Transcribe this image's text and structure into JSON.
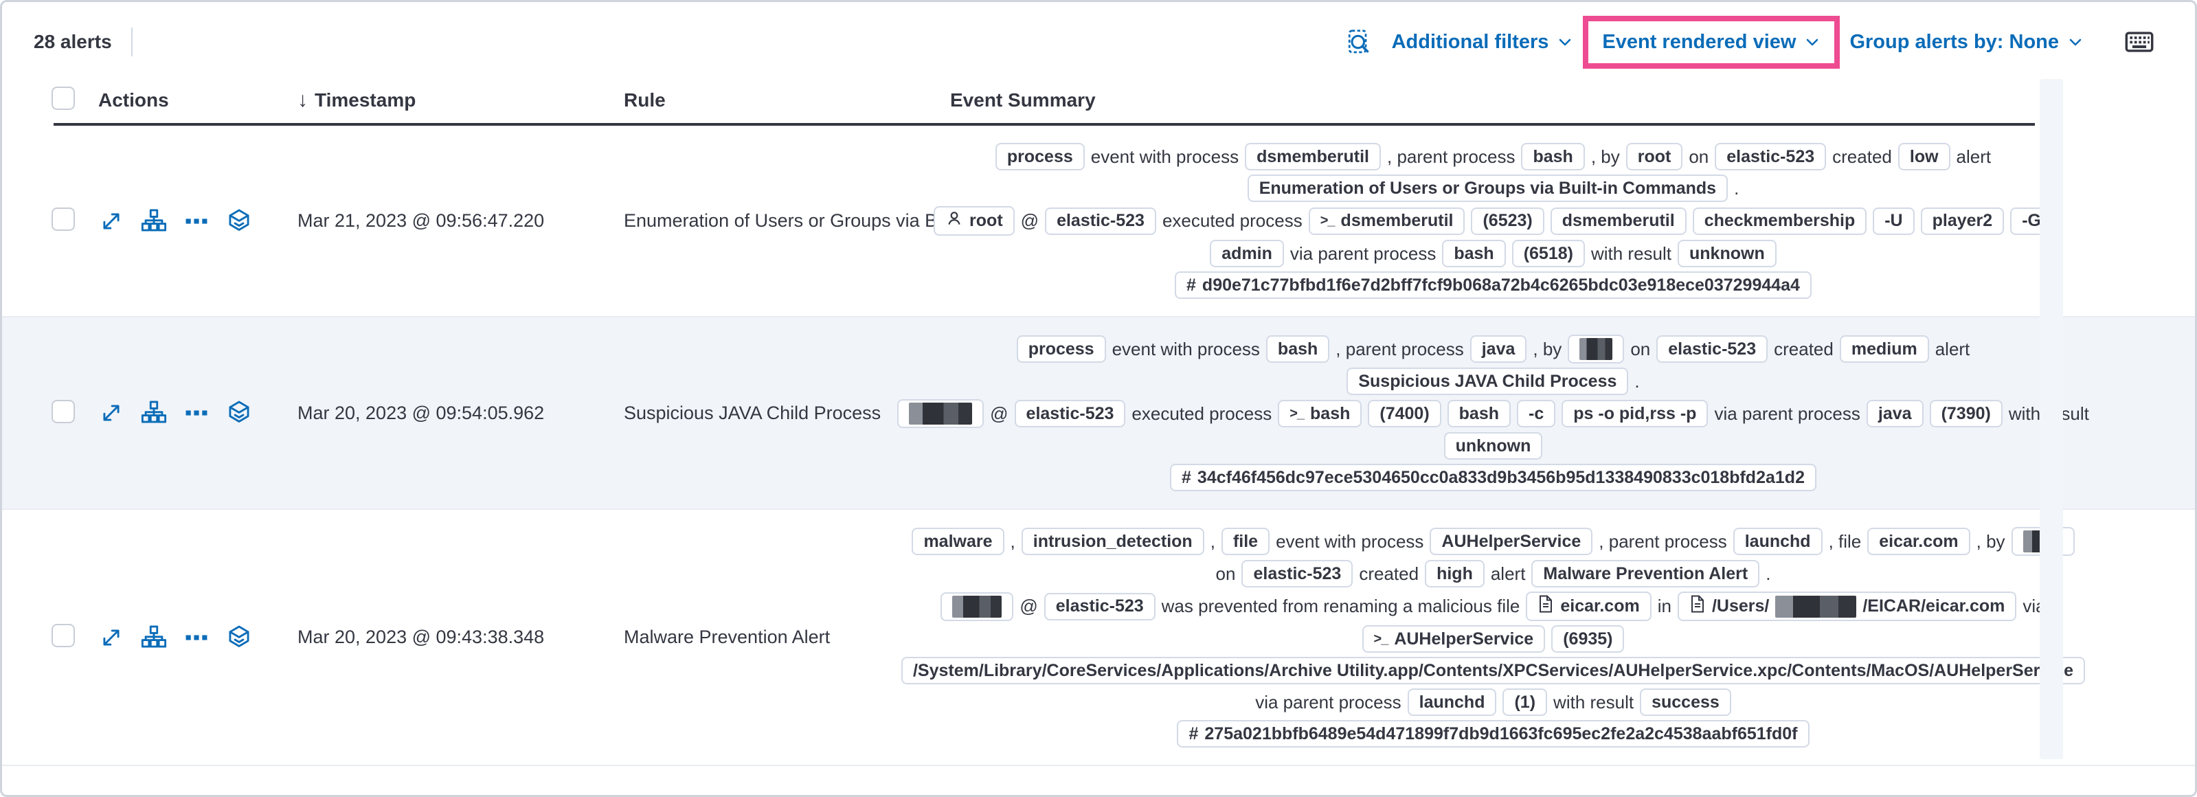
{
  "toolbar": {
    "alert_count": "28 alerts",
    "additional_filters_label": "Additional filters",
    "view_selector_label": "Event rendered view",
    "group_alerts_label": "Group alerts by: None"
  },
  "colors": {
    "link_blue": "#0a6cb8",
    "accent_pink": "#ee4c92",
    "text": "#343741",
    "badge_border": "#d3dae6",
    "striped_row_bg": "#f1f4f9",
    "header_line": "#343741"
  },
  "icons": {
    "sort_descending": "↓",
    "terminal_prefix": ">_",
    "hash_prefix": "#",
    "user_separator": "@"
  },
  "table": {
    "headers": [
      "Actions",
      "Timestamp",
      "Rule",
      "Event Summary"
    ],
    "rows": [
      {
        "timestamp": "Mar 21, 2023 @ 09:56:47.220",
        "rule": "Enumeration of Users or Groups via Bui",
        "summary_lines": [
          [
            {
              "type": "badge",
              "text": "process"
            },
            {
              "type": "text",
              "text": "event with process"
            },
            {
              "type": "badge",
              "text": "dsmemberutil"
            },
            {
              "type": "text",
              "text": ", parent process"
            },
            {
              "type": "badge",
              "text": "bash"
            },
            {
              "type": "text",
              "text": ", by"
            },
            {
              "type": "badge",
              "text": "root"
            },
            {
              "type": "text",
              "text": "on"
            },
            {
              "type": "badge",
              "text": "elastic-523"
            },
            {
              "type": "text",
              "text": "created"
            },
            {
              "type": "badge",
              "text": "low"
            },
            {
              "type": "text",
              "text": "alert"
            }
          ],
          [
            {
              "type": "badge",
              "text": "Enumeration of Users or Groups via Built-in Commands"
            },
            {
              "type": "text",
              "text": "."
            }
          ],
          [
            {
              "type": "badge",
              "icon": "user",
              "text": "root"
            },
            {
              "type": "text",
              "text": "@"
            },
            {
              "type": "badge",
              "text": "elastic-523"
            },
            {
              "type": "text",
              "text": "executed process"
            },
            {
              "type": "badge",
              "icon": "terminal",
              "text": "dsmemberutil"
            },
            {
              "type": "badge",
              "text": "(6523)"
            },
            {
              "type": "badge",
              "text": "dsmemberutil"
            },
            {
              "type": "badge",
              "text": "checkmembership"
            },
            {
              "type": "badge",
              "text": "-U"
            },
            {
              "type": "badge",
              "text": "player2"
            },
            {
              "type": "badge",
              "text": "-G"
            }
          ],
          [
            {
              "type": "badge",
              "text": "admin"
            },
            {
              "type": "text",
              "text": "via parent process"
            },
            {
              "type": "badge",
              "text": "bash"
            },
            {
              "type": "badge",
              "text": "(6518)"
            },
            {
              "type": "text",
              "text": "with result"
            },
            {
              "type": "badge",
              "text": "unknown"
            }
          ],
          [
            {
              "type": "badge",
              "icon": "hash",
              "text": "d90e71c77bfbd1f6e7d2bff7fcf9b068a72b4c6265bdc03e918ece03729944a4"
            }
          ]
        ]
      },
      {
        "timestamp": "Mar 20, 2023 @ 09:54:05.962",
        "rule": "Suspicious JAVA Child Process",
        "summary_lines": [
          [
            {
              "type": "badge",
              "text": "process"
            },
            {
              "type": "text",
              "text": "event with process"
            },
            {
              "type": "badge",
              "text": "bash"
            },
            {
              "type": "text",
              "text": ", parent process"
            },
            {
              "type": "badge",
              "text": "java"
            },
            {
              "type": "text",
              "text": ", by"
            },
            {
              "type": "badge",
              "redacted": true,
              "width": 48
            },
            {
              "type": "text",
              "text": "on"
            },
            {
              "type": "badge",
              "text": "elastic-523"
            },
            {
              "type": "text",
              "text": "created"
            },
            {
              "type": "badge",
              "text": "medium"
            },
            {
              "type": "text",
              "text": "alert"
            }
          ],
          [
            {
              "type": "badge",
              "text": "Suspicious JAVA Child Process"
            },
            {
              "type": "text",
              "text": "."
            }
          ],
          [
            {
              "type": "badge",
              "redacted": true,
              "width": 92
            },
            {
              "type": "text",
              "text": "@"
            },
            {
              "type": "badge",
              "text": "elastic-523"
            },
            {
              "type": "text",
              "text": "executed process"
            },
            {
              "type": "badge",
              "icon": "terminal",
              "text": "bash"
            },
            {
              "type": "badge",
              "text": "(7400)"
            },
            {
              "type": "badge",
              "text": "bash"
            },
            {
              "type": "badge",
              "text": "-c"
            },
            {
              "type": "badge",
              "text": "ps -o pid,rss -p"
            },
            {
              "type": "text",
              "text": "via parent process"
            },
            {
              "type": "badge",
              "text": "java"
            },
            {
              "type": "badge",
              "text": "(7390)"
            },
            {
              "type": "text",
              "text": "with result"
            }
          ],
          [
            {
              "type": "badge",
              "text": "unknown"
            }
          ],
          [
            {
              "type": "badge",
              "icon": "hash",
              "text": "34cf46f456dc97ece5304650cc0a833d9b3456b95d1338490833c018bfd2a1d2"
            }
          ]
        ]
      },
      {
        "timestamp": "Mar 20, 2023 @ 09:43:38.348",
        "rule": "Malware Prevention Alert",
        "summary_lines": [
          [
            {
              "type": "badge",
              "text": "malware"
            },
            {
              "type": "text",
              "text": ","
            },
            {
              "type": "badge",
              "text": "intrusion_detection"
            },
            {
              "type": "text",
              "text": ","
            },
            {
              "type": "badge",
              "text": "file"
            },
            {
              "type": "text",
              "text": "event with process"
            },
            {
              "type": "badge",
              "text": "AUHelperService"
            },
            {
              "type": "text",
              "text": ", parent process"
            },
            {
              "type": "badge",
              "text": "launchd"
            },
            {
              "type": "text",
              "text": ", file"
            },
            {
              "type": "badge",
              "text": "eicar.com"
            },
            {
              "type": "text",
              "text": ", by"
            },
            {
              "type": "badge",
              "redacted": true,
              "width": 58
            }
          ],
          [
            {
              "type": "text",
              "text": "on"
            },
            {
              "type": "badge",
              "text": "elastic-523"
            },
            {
              "type": "text",
              "text": "created"
            },
            {
              "type": "badge",
              "text": "high"
            },
            {
              "type": "text",
              "text": "alert"
            },
            {
              "type": "badge",
              "text": "Malware Prevention Alert"
            },
            {
              "type": "text",
              "text": "."
            }
          ],
          [
            {
              "type": "badge",
              "redacted": true,
              "width": 72
            },
            {
              "type": "text",
              "text": "@"
            },
            {
              "type": "badge",
              "text": "elastic-523"
            },
            {
              "type": "text",
              "text": "was prevented from renaming a malicious file"
            },
            {
              "type": "badge",
              "icon": "file",
              "text": "eicar.com"
            },
            {
              "type": "text",
              "text": "in"
            },
            {
              "type": "badge",
              "icon": "file",
              "parts": [
                {
                  "text": "/Users/"
                },
                {
                  "redact": 118
                },
                {
                  "text": "/EICAR/eicar.com"
                }
              ]
            },
            {
              "type": "text",
              "text": "via"
            }
          ],
          [
            {
              "type": "badge",
              "icon": "terminal",
              "text": "AUHelperService"
            },
            {
              "type": "badge",
              "text": "(6935)"
            }
          ],
          [
            {
              "type": "badge",
              "text": "/System/Library/CoreServices/Applications/Archive Utility.app/Contents/XPCServices/AUHelperService.xpc/Contents/MacOS/AUHelperService"
            }
          ],
          [
            {
              "type": "text",
              "text": "via parent process"
            },
            {
              "type": "badge",
              "text": "launchd"
            },
            {
              "type": "badge",
              "text": "(1)"
            },
            {
              "type": "text",
              "text": "with result"
            },
            {
              "type": "badge",
              "text": "success"
            }
          ],
          [
            {
              "type": "badge",
              "icon": "hash",
              "text": "275a021bbfb6489e54d471899f7db9d1663fc695ec2fe2a2c4538aabf651fd0f"
            }
          ]
        ]
      }
    ]
  }
}
